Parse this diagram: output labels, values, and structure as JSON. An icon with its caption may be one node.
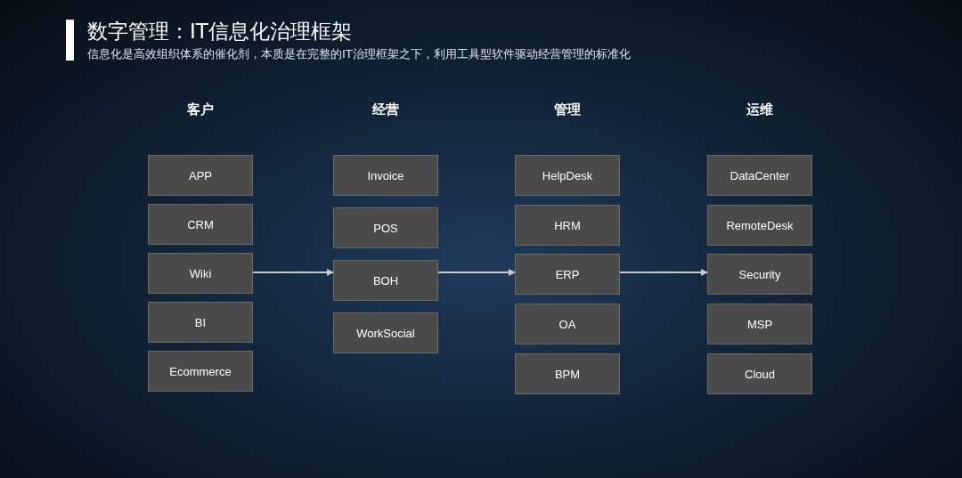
{
  "diagram": {
    "title": "数字管理：IT信息化治理框架",
    "caption": "信息化是高效组织体系的催化剂，本质是在完整的IT治理框架之下，利用工具型软件驱动经营管理的标准化",
    "nodes": [
      {
        "text": [
          "APP"
        ]
      },
      {
        "text": [
          "CRM"
        ]
      },
      {
        "text": [
          "Wiki"
        ]
      },
      {
        "text": [
          "BI"
        ]
      },
      {
        "text": [
          "Ecommerce"
        ]
      },
      {
        "text": [
          "Invoice"
        ]
      },
      {
        "text": [
          "POS"
        ]
      },
      {
        "text": [
          "BOH"
        ]
      },
      {
        "text": [
          "WorkSocial"
        ]
      },
      {
        "text": [
          "HelpDesk"
        ]
      },
      {
        "text": [
          "HRM"
        ]
      },
      {
        "text": [
          "ERP"
        ]
      },
      {
        "text": [
          "OA"
        ]
      },
      {
        "text": [
          "BPM"
        ]
      },
      {
        "text": [
          "DataCenter"
        ]
      },
      {
        "text": [
          "RemoteDesk"
        ]
      },
      {
        "text": [
          "Security"
        ]
      },
      {
        "text": [
          "MSP"
        ]
      },
      {
        "text": [
          "Cloud"
        ]
      }
    ],
    "edges": [
      {
        "from": 2,
        "to": 7,
        "arrow": "to"
      },
      {
        "from": 7,
        "to": 11,
        "arrow": "to"
      },
      {
        "from": 11,
        "to": 16,
        "arrow": "to"
      }
    ],
    "labels": [
      "客户",
      "经营",
      "管理",
      "运维"
    ]
  }
}
